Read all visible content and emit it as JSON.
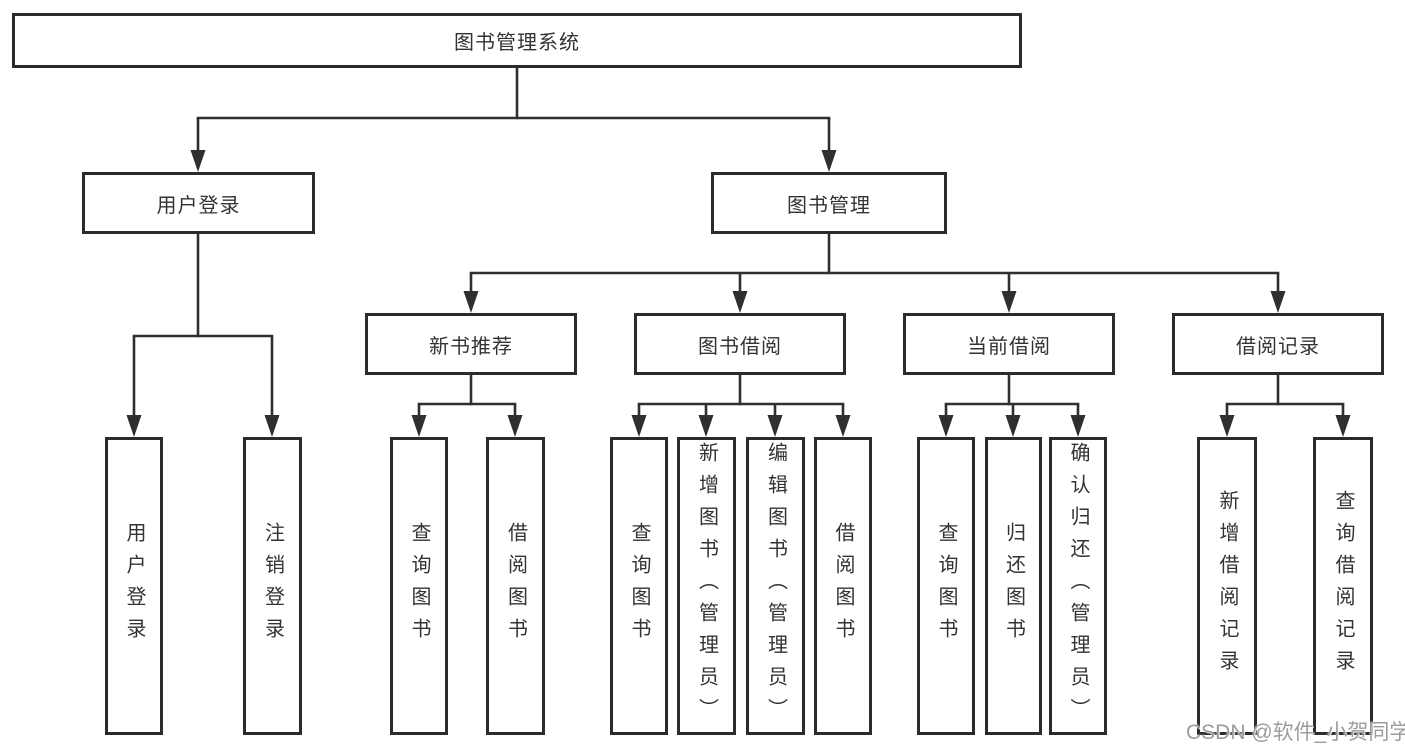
{
  "diagram": {
    "root": {
      "label": "图书管理系统"
    },
    "level2": [
      {
        "label": "用户登录"
      },
      {
        "label": "图书管理"
      }
    ],
    "level3": [
      {
        "label": "新书推荐"
      },
      {
        "label": "图书借阅"
      },
      {
        "label": "当前借阅"
      },
      {
        "label": "借阅记录"
      }
    ],
    "leaves": [
      {
        "label": "用户登录"
      },
      {
        "label": "注销登录"
      },
      {
        "label": "查询图书"
      },
      {
        "label": "借阅图书"
      },
      {
        "label": "查询图书"
      },
      {
        "label": "新增图书（管理员）"
      },
      {
        "label": "编辑图书（管理员）"
      },
      {
        "label": "借阅图书"
      },
      {
        "label": "查询图书"
      },
      {
        "label": "归还图书"
      },
      {
        "label": "确认归还（管理员）"
      },
      {
        "label": "新增借阅记录"
      },
      {
        "label": "查询借阅记录"
      }
    ]
  },
  "watermark": {
    "text": "CSDN @软件_小贺同学"
  },
  "colors": {
    "background": "#ffffff",
    "line": "#2f2f2f",
    "box_border": "#2b2b2b",
    "text": "#333333",
    "watermark": "#9c9c9c"
  }
}
